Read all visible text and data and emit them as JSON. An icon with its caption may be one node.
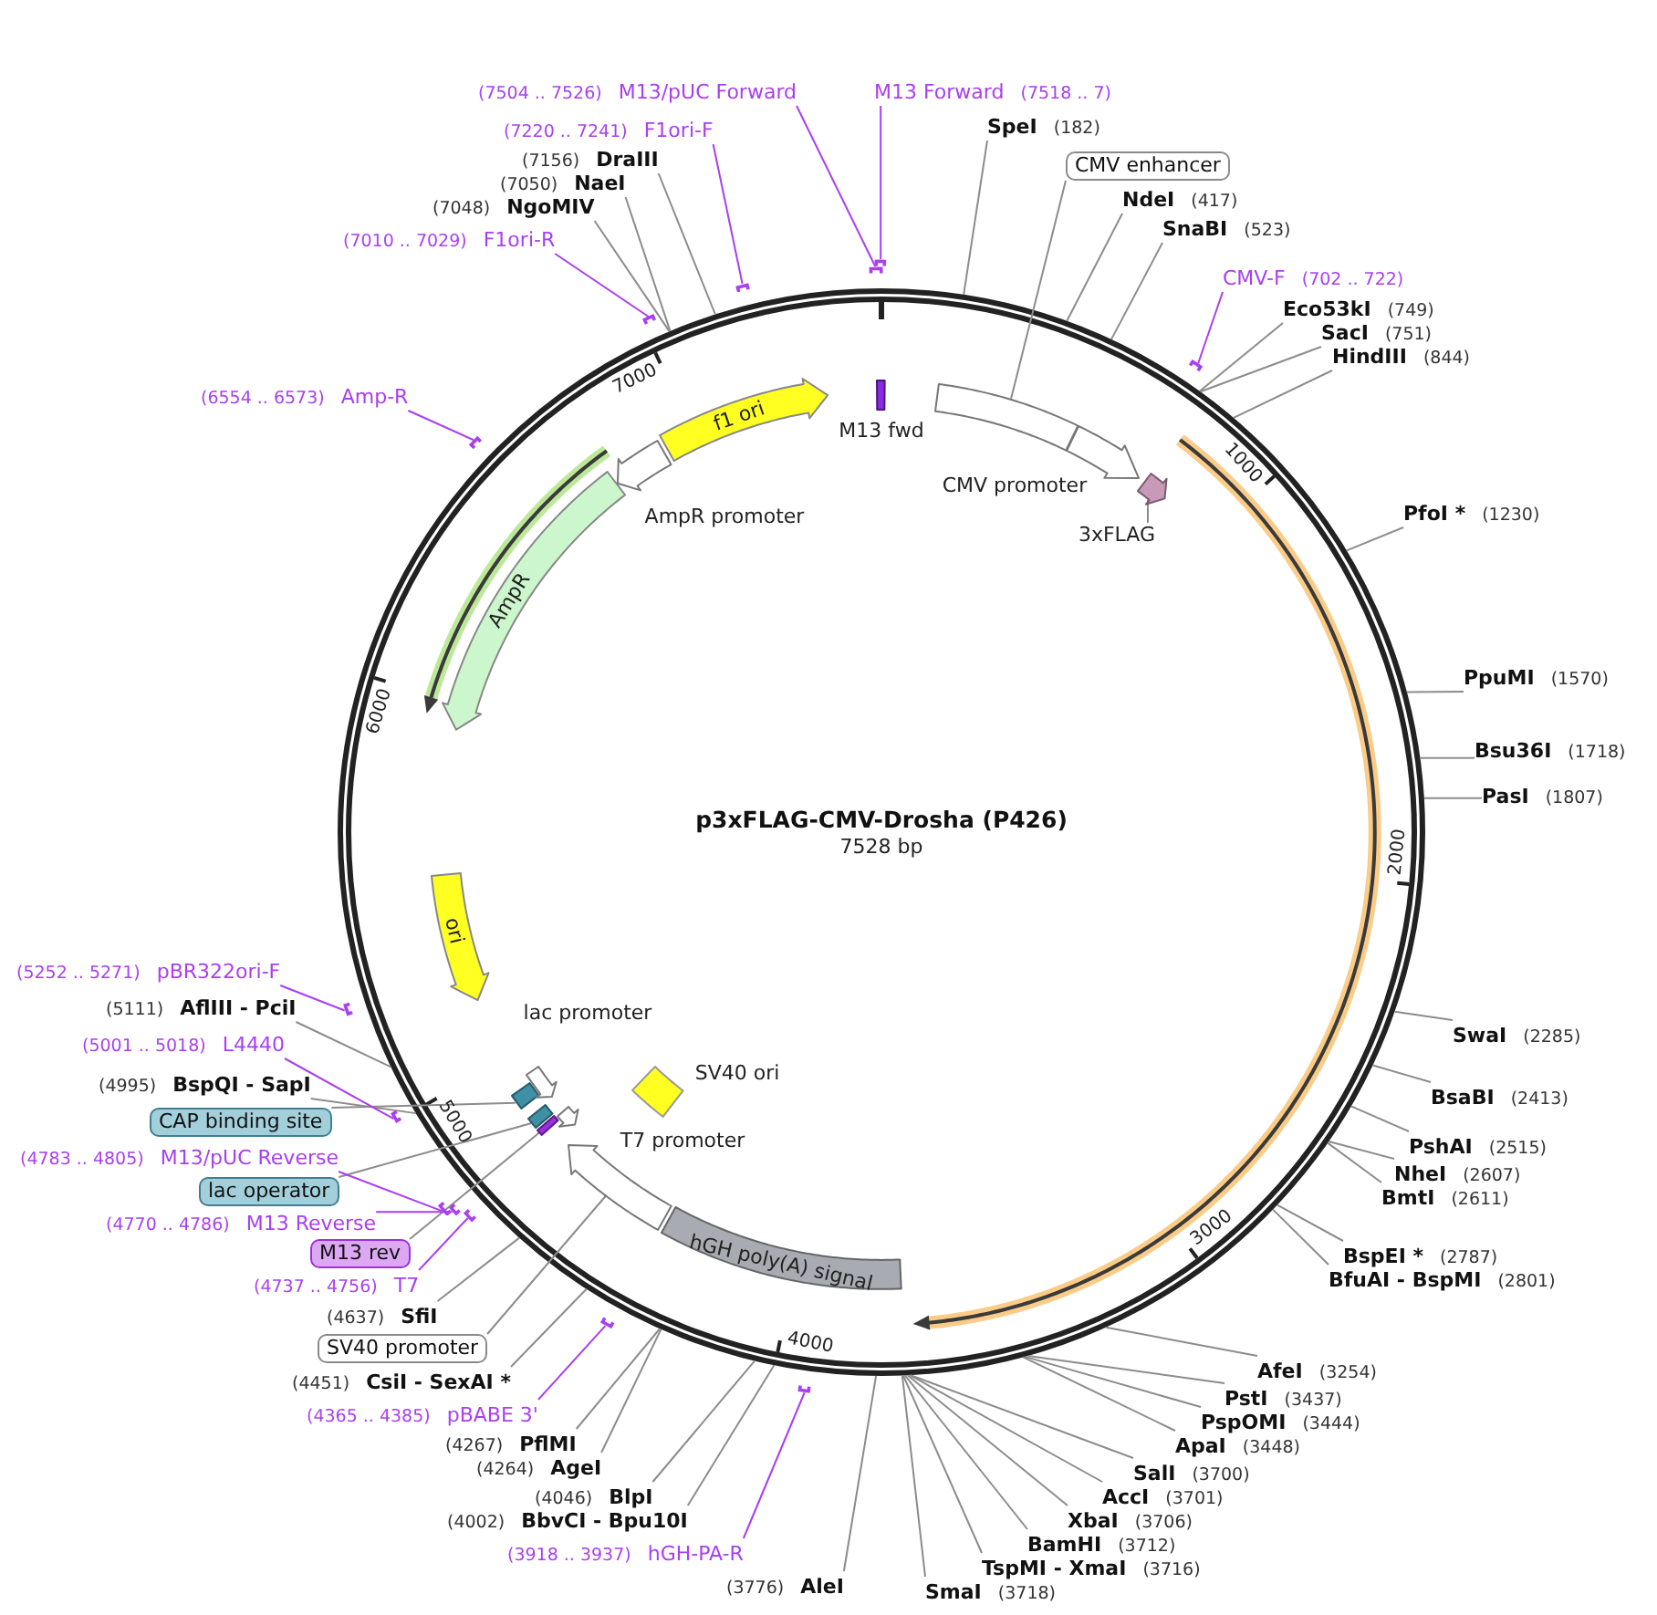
{
  "diagram": {
    "title": "p3xFLAG-CMV-Drosha (P426)",
    "nodes": [
      {
        "text": [
          "M13 Forward",
          "(7518 .. 7)"
        ]
      },
      {
        "text": [
          "SpeI",
          "(182)"
        ]
      },
      {
        "text": [
          "CMV enhancer"
        ]
      },
      {
        "text": [
          "NdeI",
          "(417)"
        ]
      },
      {
        "text": [
          "SnaBI",
          "(523)"
        ]
      },
      {
        "text": [
          "CMV-F",
          "(702 .. 722)"
        ]
      },
      {
        "text": [
          "Eco53kI",
          "(749)"
        ]
      },
      {
        "text": [
          "SacI",
          "(751)"
        ]
      },
      {
        "text": [
          "HindIII",
          "(844)"
        ]
      },
      {
        "text": [
          "PfoI *",
          "(1230)"
        ]
      },
      {
        "text": [
          "PpuMI",
          "(1570)"
        ]
      },
      {
        "text": [
          "Bsu36I",
          "(1718)"
        ]
      },
      {
        "text": [
          "PasI",
          "(1807)"
        ]
      },
      {
        "text": [
          "SwaI",
          "(2285)"
        ]
      },
      {
        "text": [
          "BsaBI",
          "(2413)"
        ]
      },
      {
        "text": [
          "PshAI",
          "(2515)"
        ]
      },
      {
        "text": [
          "NheI",
          "(2607)"
        ]
      },
      {
        "text": [
          "BmtI",
          "(2611)"
        ]
      },
      {
        "text": [
          "BspEI *",
          "(2787)"
        ]
      },
      {
        "text": [
          "BfuAI - BspMI",
          "(2801)"
        ]
      },
      {
        "text": [
          "AfeI",
          "(3254)"
        ]
      },
      {
        "text": [
          "PstI",
          "(3437)"
        ]
      },
      {
        "text": [
          "PspOMI",
          "(3444)"
        ]
      },
      {
        "text": [
          "ApaI",
          "(3448)"
        ]
      },
      {
        "text": [
          "SalI",
          "(3700)"
        ]
      },
      {
        "text": [
          "AccI",
          "(3701)"
        ]
      },
      {
        "text": [
          "XbaI",
          "(3706)"
        ]
      },
      {
        "text": [
          "BamHI",
          "(3712)"
        ]
      },
      {
        "text": [
          "TspMI - XmaI",
          "(3716)"
        ]
      },
      {
        "text": [
          "SmaI",
          "(3718)"
        ]
      },
      {
        "text": [
          "(3776)",
          "AleI"
        ]
      },
      {
        "text": [
          "(3918 .. 3937)",
          "hGH-PA-R"
        ]
      },
      {
        "text": [
          "(4002)",
          "BbvCI - Bpu10I"
        ]
      },
      {
        "text": [
          "(4046)",
          "BlpI"
        ]
      },
      {
        "text": [
          "(4264)",
          "AgeI"
        ]
      },
      {
        "text": [
          "(4267)",
          "PflMI"
        ]
      },
      {
        "text": [
          "(4365 .. 4385)",
          "pBABE 3'"
        ]
      },
      {
        "text": [
          "(4451)",
          "CsiI - SexAI *"
        ]
      },
      {
        "text": [
          "SV40 promoter"
        ]
      },
      {
        "text": [
          "(4637)",
          "SfiI"
        ]
      },
      {
        "text": [
          "(4737 .. 4756)",
          "T7"
        ]
      },
      {
        "text": [
          "M13 rev"
        ]
      },
      {
        "text": [
          "(4770 .. 4786)",
          "M13 Reverse"
        ]
      },
      {
        "text": [
          "lac operator"
        ]
      },
      {
        "text": [
          "(4783 .. 4805)",
          "M13/pUC Reverse"
        ]
      },
      {
        "text": [
          "CAP binding site"
        ]
      },
      {
        "text": [
          "(4995)",
          "BspQI - SapI"
        ]
      },
      {
        "text": [
          "(5001 .. 5018)",
          "L4440"
        ]
      },
      {
        "text": [
          "(5111)",
          "AflIII - PciI"
        ]
      },
      {
        "text": [
          "(5252 .. 5271)",
          "pBR322ori-F"
        ]
      },
      {
        "text": [
          "(6554 .. 6573)",
          "Amp-R"
        ]
      },
      {
        "text": [
          "(7010 .. 7029)",
          "F1ori-R"
        ]
      },
      {
        "text": [
          "(7048)",
          "NgoMIV"
        ]
      },
      {
        "text": [
          "(7050)",
          "NaeI"
        ]
      },
      {
        "text": [
          "(7156)",
          "DraIII"
        ]
      },
      {
        "text": [
          "(7220 .. 7241)",
          "F1ori-F"
        ]
      },
      {
        "text": [
          "(7504 .. 7526)",
          "M13/pUC Forward"
        ]
      },
      {
        "text": [],
        "shape": "circle"
      },
      {
        "text": [
          "M13 fwd"
        ],
        "in": 57
      },
      {
        "text": [],
        "shape": "box",
        "in": 57
      },
      {
        "text": [
          "CMV promoter"
        ],
        "in": 57
      },
      {
        "text": [
          "3xFLAG"
        ],
        "in": 57
      },
      {
        "text": [],
        "shape": "pentagon",
        "in": 57
      },
      {
        "text": [
          "hGH poly(A) signal"
        ],
        "in": 57
      },
      {
        "text": [],
        "shape": "arrow",
        "in": 57
      },
      {
        "text": [
          "SV40 ori"
        ],
        "in": 57
      },
      {
        "text": [
          "T7 promoter"
        ],
        "in": 57
      },
      {
        "text": [],
        "shape": "box",
        "in": 57
      },
      {
        "text": [],
        "shape": "box",
        "in": 57
      },
      {
        "text": [],
        "shape": "box",
        "in": 57
      },
      {
        "text": [
          "lac promoter"
        ],
        "in": 57
      },
      {
        "text": [
          "ori"
        ],
        "in": 57
      },
      {
        "text": [
          "AmpR"
        ],
        "in": 57
      },
      {
        "text": [
          "AmpR promoter"
        ],
        "in": 57
      },
      {
        "text": [
          "f1 ori"
        ],
        "in": 57
      },
      {
        "text": [],
        "shape": "bar"
      },
      {
        "text": [],
        "shape": "bar"
      },
      {
        "text": [],
        "shape": "bar"
      },
      {
        "text": [],
        "shape": "bar"
      },
      {
        "text": [],
        "shape": "bar"
      },
      {
        "text": [],
        "shape": "bar"
      },
      {
        "text": [],
        "shape": "bar"
      },
      {
        "text": [],
        "shape": "bar"
      },
      {
        "text": [],
        "shape": "bar"
      },
      {
        "text": [],
        "shape": "bar"
      },
      {
        "text": [],
        "shape": "bar"
      },
      {
        "text": [],
        "shape": "bar"
      },
      {
        "text": [],
        "shape": "bar"
      }
    ],
    "edges": [
      {
        "from": 0,
        "to": 87,
        "arrow": "none",
        "color": "#a93ff0"
      },
      {
        "from": 1,
        "to": 57,
        "arrow": "none"
      },
      {
        "from": 2,
        "to": 59,
        "arrow": "none"
      },
      {
        "from": 3,
        "to": 57,
        "arrow": "none"
      },
      {
        "from": 4,
        "to": 57,
        "arrow": "none"
      },
      {
        "from": 5,
        "to": 75,
        "arrow": "none",
        "color": "#a93ff0"
      },
      {
        "from": 6,
        "to": 57,
        "arrow": "none"
      },
      {
        "from": 7,
        "to": 57,
        "arrow": "none"
      },
      {
        "from": 8,
        "to": 57,
        "arrow": "none"
      },
      {
        "from": 9,
        "to": 57,
        "arrow": "none"
      },
      {
        "from": 10,
        "to": 57,
        "arrow": "none"
      },
      {
        "from": 11,
        "to": 57,
        "arrow": "none"
      },
      {
        "from": 12,
        "to": 57,
        "arrow": "none"
      },
      {
        "from": 13,
        "to": 57,
        "arrow": "none"
      },
      {
        "from": 14,
        "to": 57,
        "arrow": "none"
      },
      {
        "from": 15,
        "to": 57,
        "arrow": "none"
      },
      {
        "from": 16,
        "to": 57,
        "arrow": "none"
      },
      {
        "from": 17,
        "to": 57,
        "arrow": "none"
      },
      {
        "from": 18,
        "to": 57,
        "arrow": "none"
      },
      {
        "from": 19,
        "to": 57,
        "arrow": "none"
      },
      {
        "from": 20,
        "to": 57,
        "arrow": "none"
      },
      {
        "from": 21,
        "to": 57,
        "arrow": "none"
      },
      {
        "from": 22,
        "to": 57,
        "arrow": "none"
      },
      {
        "from": 23,
        "to": 57,
        "arrow": "none"
      },
      {
        "from": 24,
        "to": 57,
        "arrow": "none"
      },
      {
        "from": 25,
        "to": 57,
        "arrow": "none"
      },
      {
        "from": 26,
        "to": 57,
        "arrow": "none"
      },
      {
        "from": 27,
        "to": 57,
        "arrow": "none"
      },
      {
        "from": 28,
        "to": 57,
        "arrow": "none"
      },
      {
        "from": 29,
        "to": 57,
        "arrow": "none"
      },
      {
        "from": 30,
        "to": 57,
        "arrow": "none"
      },
      {
        "from": 31,
        "to": 76,
        "arrow": "none",
        "color": "#a93ff0"
      },
      {
        "from": 32,
        "to": 57,
        "arrow": "none"
      },
      {
        "from": 33,
        "to": 57,
        "arrow": "none"
      },
      {
        "from": 34,
        "to": 57,
        "arrow": "none"
      },
      {
        "from": 35,
        "to": 57,
        "arrow": "none"
      },
      {
        "from": 36,
        "to": 77,
        "arrow": "none",
        "color": "#a93ff0"
      },
      {
        "from": 37,
        "to": 57,
        "arrow": "none"
      },
      {
        "from": 38,
        "to": 64,
        "arrow": "none"
      },
      {
        "from": 39,
        "to": 57,
        "arrow": "none"
      },
      {
        "from": 40,
        "to": 78,
        "arrow": "none",
        "color": "#a93ff0"
      },
      {
        "from": 41,
        "to": 67,
        "arrow": "none"
      },
      {
        "from": 42,
        "to": 79,
        "arrow": "none",
        "color": "#a93ff0"
      },
      {
        "from": 43,
        "to": 68,
        "arrow": "none"
      },
      {
        "from": 44,
        "to": 80,
        "arrow": "none",
        "color": "#a93ff0"
      },
      {
        "from": 45,
        "to": 69,
        "arrow": "none"
      },
      {
        "from": 46,
        "to": 57,
        "arrow": "none"
      },
      {
        "from": 47,
        "to": 81,
        "arrow": "none",
        "color": "#a93ff0"
      },
      {
        "from": 48,
        "to": 57,
        "arrow": "none"
      },
      {
        "from": 49,
        "to": 82,
        "arrow": "none",
        "color": "#a93ff0"
      },
      {
        "from": 50,
        "to": 83,
        "arrow": "none",
        "color": "#a93ff0"
      },
      {
        "from": 51,
        "to": 84,
        "arrow": "none",
        "color": "#a93ff0"
      },
      {
        "from": 52,
        "to": 57,
        "arrow": "none"
      },
      {
        "from": 53,
        "to": 57,
        "arrow": "none"
      },
      {
        "from": 54,
        "to": 57,
        "arrow": "none"
      },
      {
        "from": 55,
        "to": 85,
        "arrow": "none",
        "color": "#a93ff0"
      },
      {
        "from": 56,
        "to": 86,
        "arrow": "none",
        "color": "#a93ff0"
      },
      {
        "from": 61,
        "to": 62,
        "arrow": "none"
      }
    ],
    "labels": [
      "7528 bp",
      "1000",
      "2000",
      "3000",
      "4000",
      "5000",
      "6000",
      "7000"
    ]
  }
}
